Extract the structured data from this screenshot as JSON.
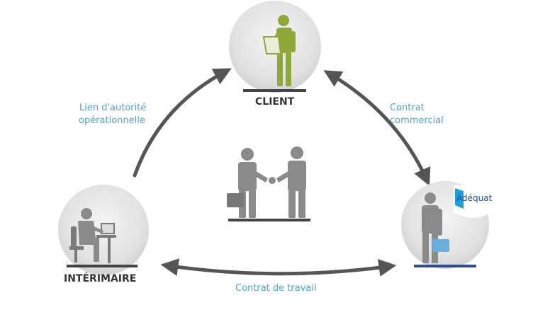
{
  "nodes": {
    "client": {
      "label": "CLIENT"
    },
    "interimaire": {
      "label": "INTÉRIMAIRE"
    },
    "agency": {
      "logo_text": "Adéquat"
    }
  },
  "relations": {
    "interimaire_client": [
      "Lien d'autorité",
      "opérationnelle"
    ],
    "client_agency": [
      "Contrat",
      "commercial"
    ],
    "interimaire_agency": "Contrat de travail"
  },
  "colors": {
    "accent_green": "#8fa83a",
    "person_gray": "#8a8a8a",
    "label_blue": "#4aa3d4",
    "arrow": "#555555",
    "logo_blue": "#1ba0d8",
    "agency_bar": "#2d4f8a"
  },
  "icons": {
    "client": "businessman-with-clipboard-icon",
    "center": "handshake-icon",
    "interimaire": "worker-at-computer-icon",
    "agency": "businessman-with-briefcase-icon"
  }
}
